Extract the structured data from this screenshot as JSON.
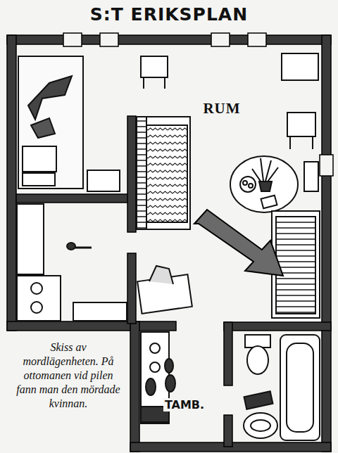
{
  "diagram": {
    "title": "S:T ERIKSPLAN",
    "caption": "Skiss av mordlägenheten. På ottomanen vid pilen fann man den mördade kvinnan.",
    "labels": [
      "RUM",
      "TAMB."
    ]
  }
}
